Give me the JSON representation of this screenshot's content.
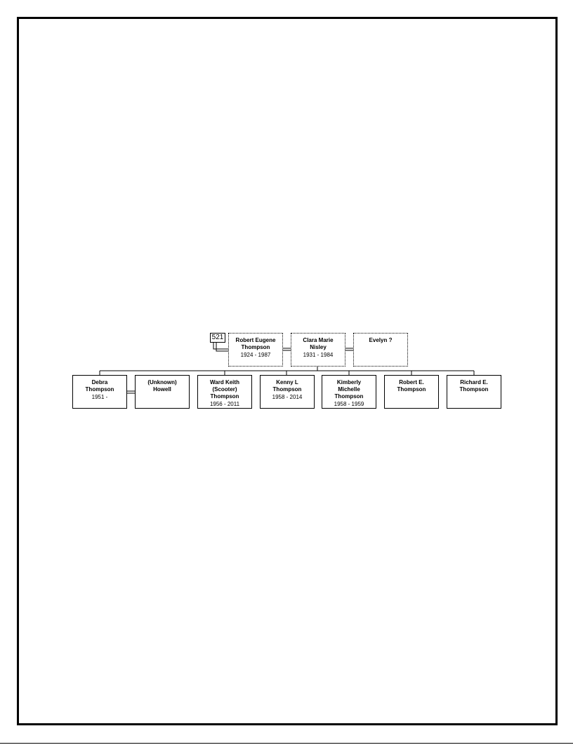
{
  "ref_number": "521",
  "parents": [
    {
      "name": "Robert Eugene\nThompson",
      "dates": "1924 - 1987"
    },
    {
      "name": "Clara Marie\nNisley",
      "dates": "1931 - 1984"
    },
    {
      "name": "Evelyn ?",
      "dates": ""
    }
  ],
  "children": [
    {
      "name": "Debra\nThompson",
      "dates": "1951 -"
    },
    {
      "name": "(Unknown)\nHowell",
      "dates": ""
    },
    {
      "name": "Ward Keith\n(Scooter)\nThompson",
      "dates": "1956 - 2011"
    },
    {
      "name": "Kenny L\nThompson",
      "dates": "1958 - 2014"
    },
    {
      "name": "Kimberly\nMichelle\nThompson",
      "dates": "1958 - 1959"
    },
    {
      "name": "Robert E.\nThompson",
      "dates": ""
    },
    {
      "name": "Richard E.\nThompson",
      "dates": ""
    }
  ]
}
